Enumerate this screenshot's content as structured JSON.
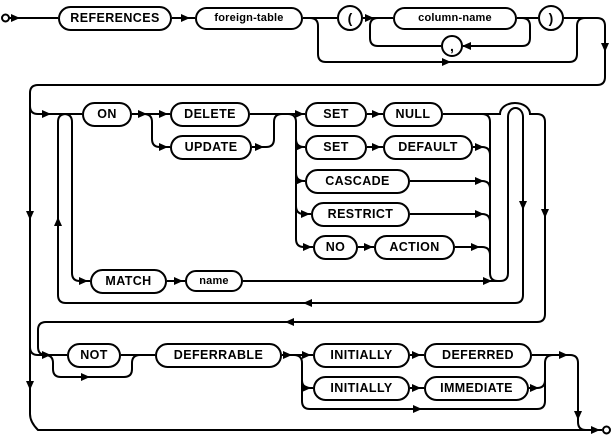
{
  "diagram": {
    "kind": "railroad-syntax-diagram",
    "colors": {
      "line": "#000000",
      "node_border": "#000000",
      "node_fill": "#ffffff",
      "text": "#000000",
      "background": "#ffffff"
    },
    "nodes": {
      "references": "REFERENCES",
      "foreign_table": "foreign-table",
      "open_paren": "(",
      "column_name": "column-name",
      "comma": ",",
      "close_paren": ")",
      "on": "ON",
      "delete": "DELETE",
      "update": "UPDATE",
      "set_1": "SET",
      "null": "NULL",
      "set_2": "SET",
      "default": "DEFAULT",
      "cascade": "CASCADE",
      "restrict": "RESTRICT",
      "no": "NO",
      "action": "ACTION",
      "match": "MATCH",
      "name": "name",
      "not": "NOT",
      "deferrable": "DEFERRABLE",
      "initially_1": "INITIALLY",
      "deferred": "DEFERRED",
      "initially_2": "INITIALLY",
      "immediate": "IMMEDIATE"
    }
  }
}
